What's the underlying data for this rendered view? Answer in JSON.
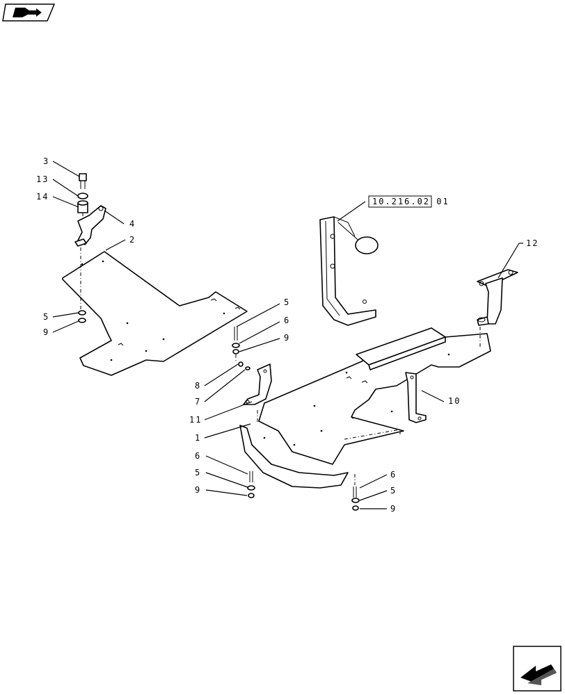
{
  "reference": {
    "label": "10.216.02 01"
  },
  "callouts": {
    "c3": "3",
    "c13": "13",
    "c14": "14",
    "c4": "4",
    "c2": "2",
    "c5a": "5",
    "c9a": "9",
    "c5b": "5",
    "c6b": "6",
    "c9b": "9",
    "c8": "8",
    "c7": "7",
    "c11": "11",
    "c1": "1",
    "c6c": "6",
    "c5c": "5",
    "c9c": "9",
    "c6d": "6",
    "c5d": "5",
    "c9d": "9",
    "c10": "10",
    "c12": "12"
  },
  "nav": {
    "top_icon": "book-next-icon",
    "bottom_icon": "previous-page-arrow-icon"
  }
}
